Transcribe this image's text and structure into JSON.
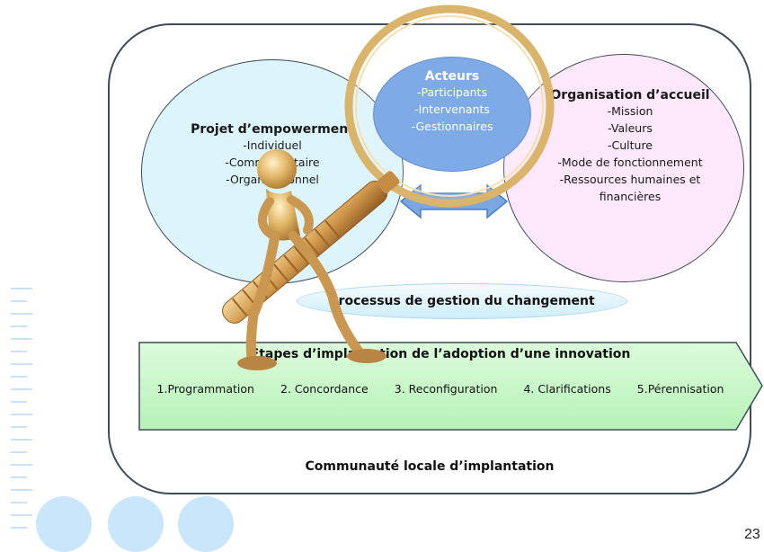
{
  "actors": {
    "title": "Acteurs",
    "items": [
      "-Participants",
      "-Intervenants",
      "-Gestionnaires"
    ]
  },
  "project": {
    "title": "Projet d’empowerment",
    "items": [
      "-Individuel",
      "-Communautaire",
      "-Organisationnel"
    ]
  },
  "organisation": {
    "title": "Organisation d’accueil",
    "items": [
      "-Mission",
      "-Valeurs",
      "-Culture",
      "-Mode de fonctionnement",
      "-Ressources humaines et",
      "financières"
    ]
  },
  "process": {
    "label": "Processus de gestion du changement"
  },
  "stages": {
    "title": "Étapes d’implantation de l’adoption d’une  innovation",
    "steps": [
      "1.Programmation",
      "2. Concordance",
      "3. Reconfiguration",
      "4. Clarifications",
      "5.Pérennisation"
    ]
  },
  "community": {
    "label": "Communauté locale d’implantation"
  },
  "page_number": "23",
  "colors": {
    "left_circle": "#dcf4fb",
    "right_circle": "#fde7fb",
    "center_circle": "#6d9fe3",
    "stages_arrow": "#c9f7c9",
    "double_arrow": "#7aa7e0",
    "magnifier_ring": "#d9b46a",
    "figure": "#d8a85a"
  },
  "icons": [
    "magnifying-glass-figure-icon",
    "double-arrow-icon"
  ]
}
